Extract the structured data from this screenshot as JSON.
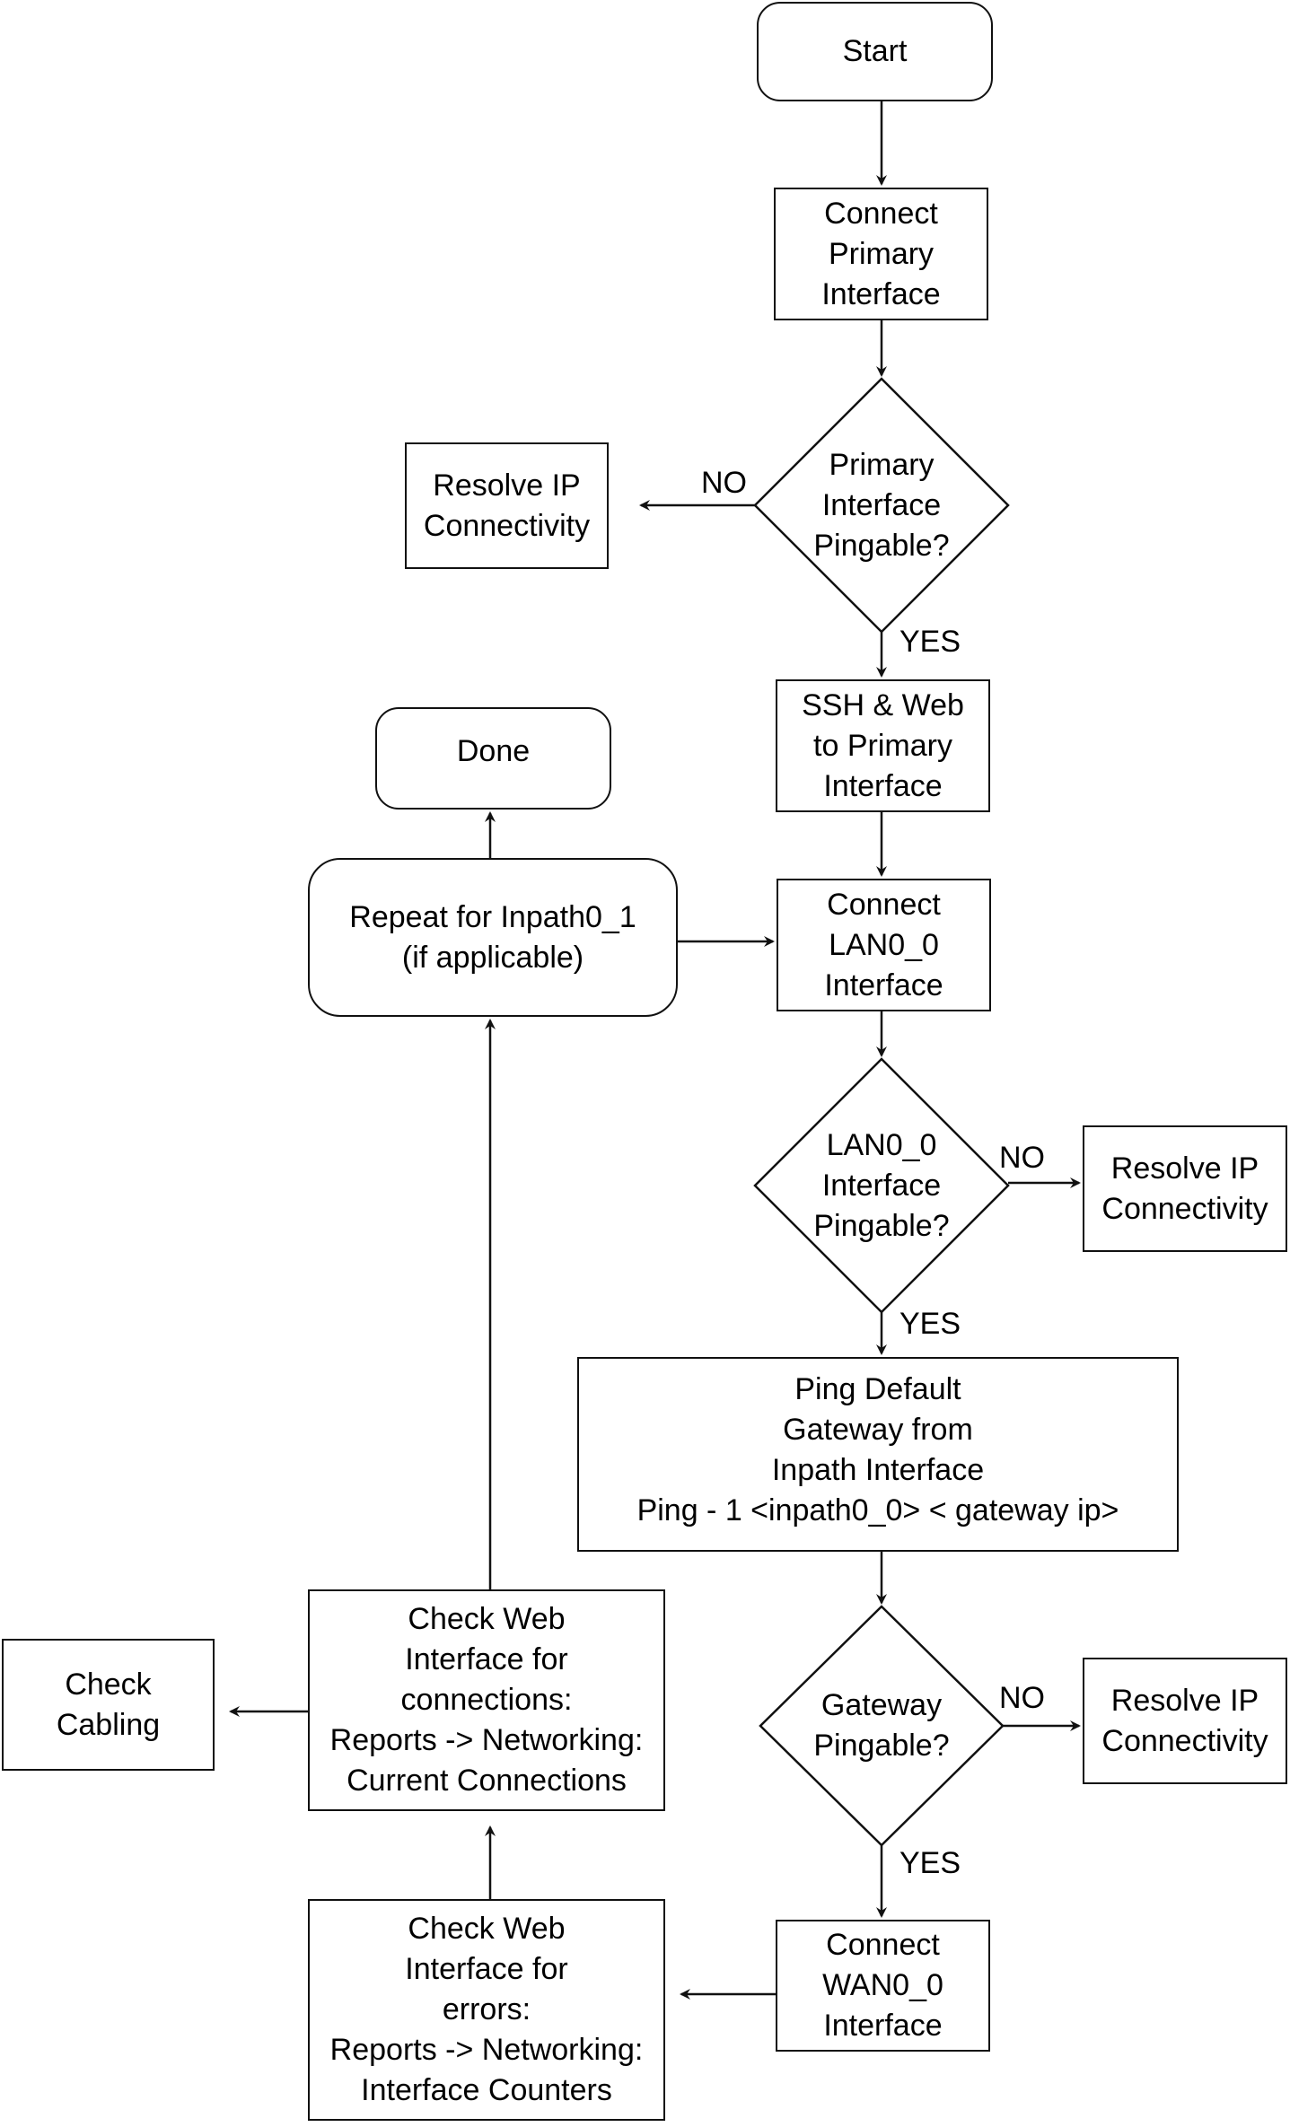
{
  "title": "Interface connectivity troubleshooting flowchart",
  "nodes": {
    "start": "Start",
    "connect_primary": "Connect\nPrimary\nInterface",
    "primary_pingable": "Primary\nInterface\nPingable?",
    "resolve_ip_1": "Resolve IP\nConnectivity",
    "ssh_web": "SSH & Web\nto Primary\nInterface",
    "done": "Done",
    "repeat": "Repeat for Inpath0_1\n(if applicable)",
    "connect_lan": "Connect\nLAN0_0\nInterface",
    "lan_pingable": "LAN0_0\nInterface\nPingable?",
    "resolve_ip_2": "Resolve IP\nConnectivity",
    "ping_gateway": "Ping Default\nGateway from\nInpath Interface\nPing - 1 <inpath0_0> < gateway ip>",
    "gateway_pingable": "Gateway\nPingable?",
    "resolve_ip_3": "Resolve IP\nConnectivity",
    "connect_wan": "Connect\nWAN0_0\nInterface",
    "check_errors": "Check Web\nInterface for\nerrors:\nReports -> Networking:\nInterface Counters",
    "check_connections": "Check Web\nInterface for\nconnections:\nReports -> Networking:\nCurrent Connections",
    "check_cabling": "Check\nCabling"
  },
  "edge_labels": {
    "primary_no": "NO",
    "primary_yes": "YES",
    "lan_no": "NO",
    "lan_yes": "YES",
    "gateway_no": "NO",
    "gateway_yes": "YES"
  },
  "colors": {
    "stroke": "#111111",
    "background": "#ffffff"
  }
}
